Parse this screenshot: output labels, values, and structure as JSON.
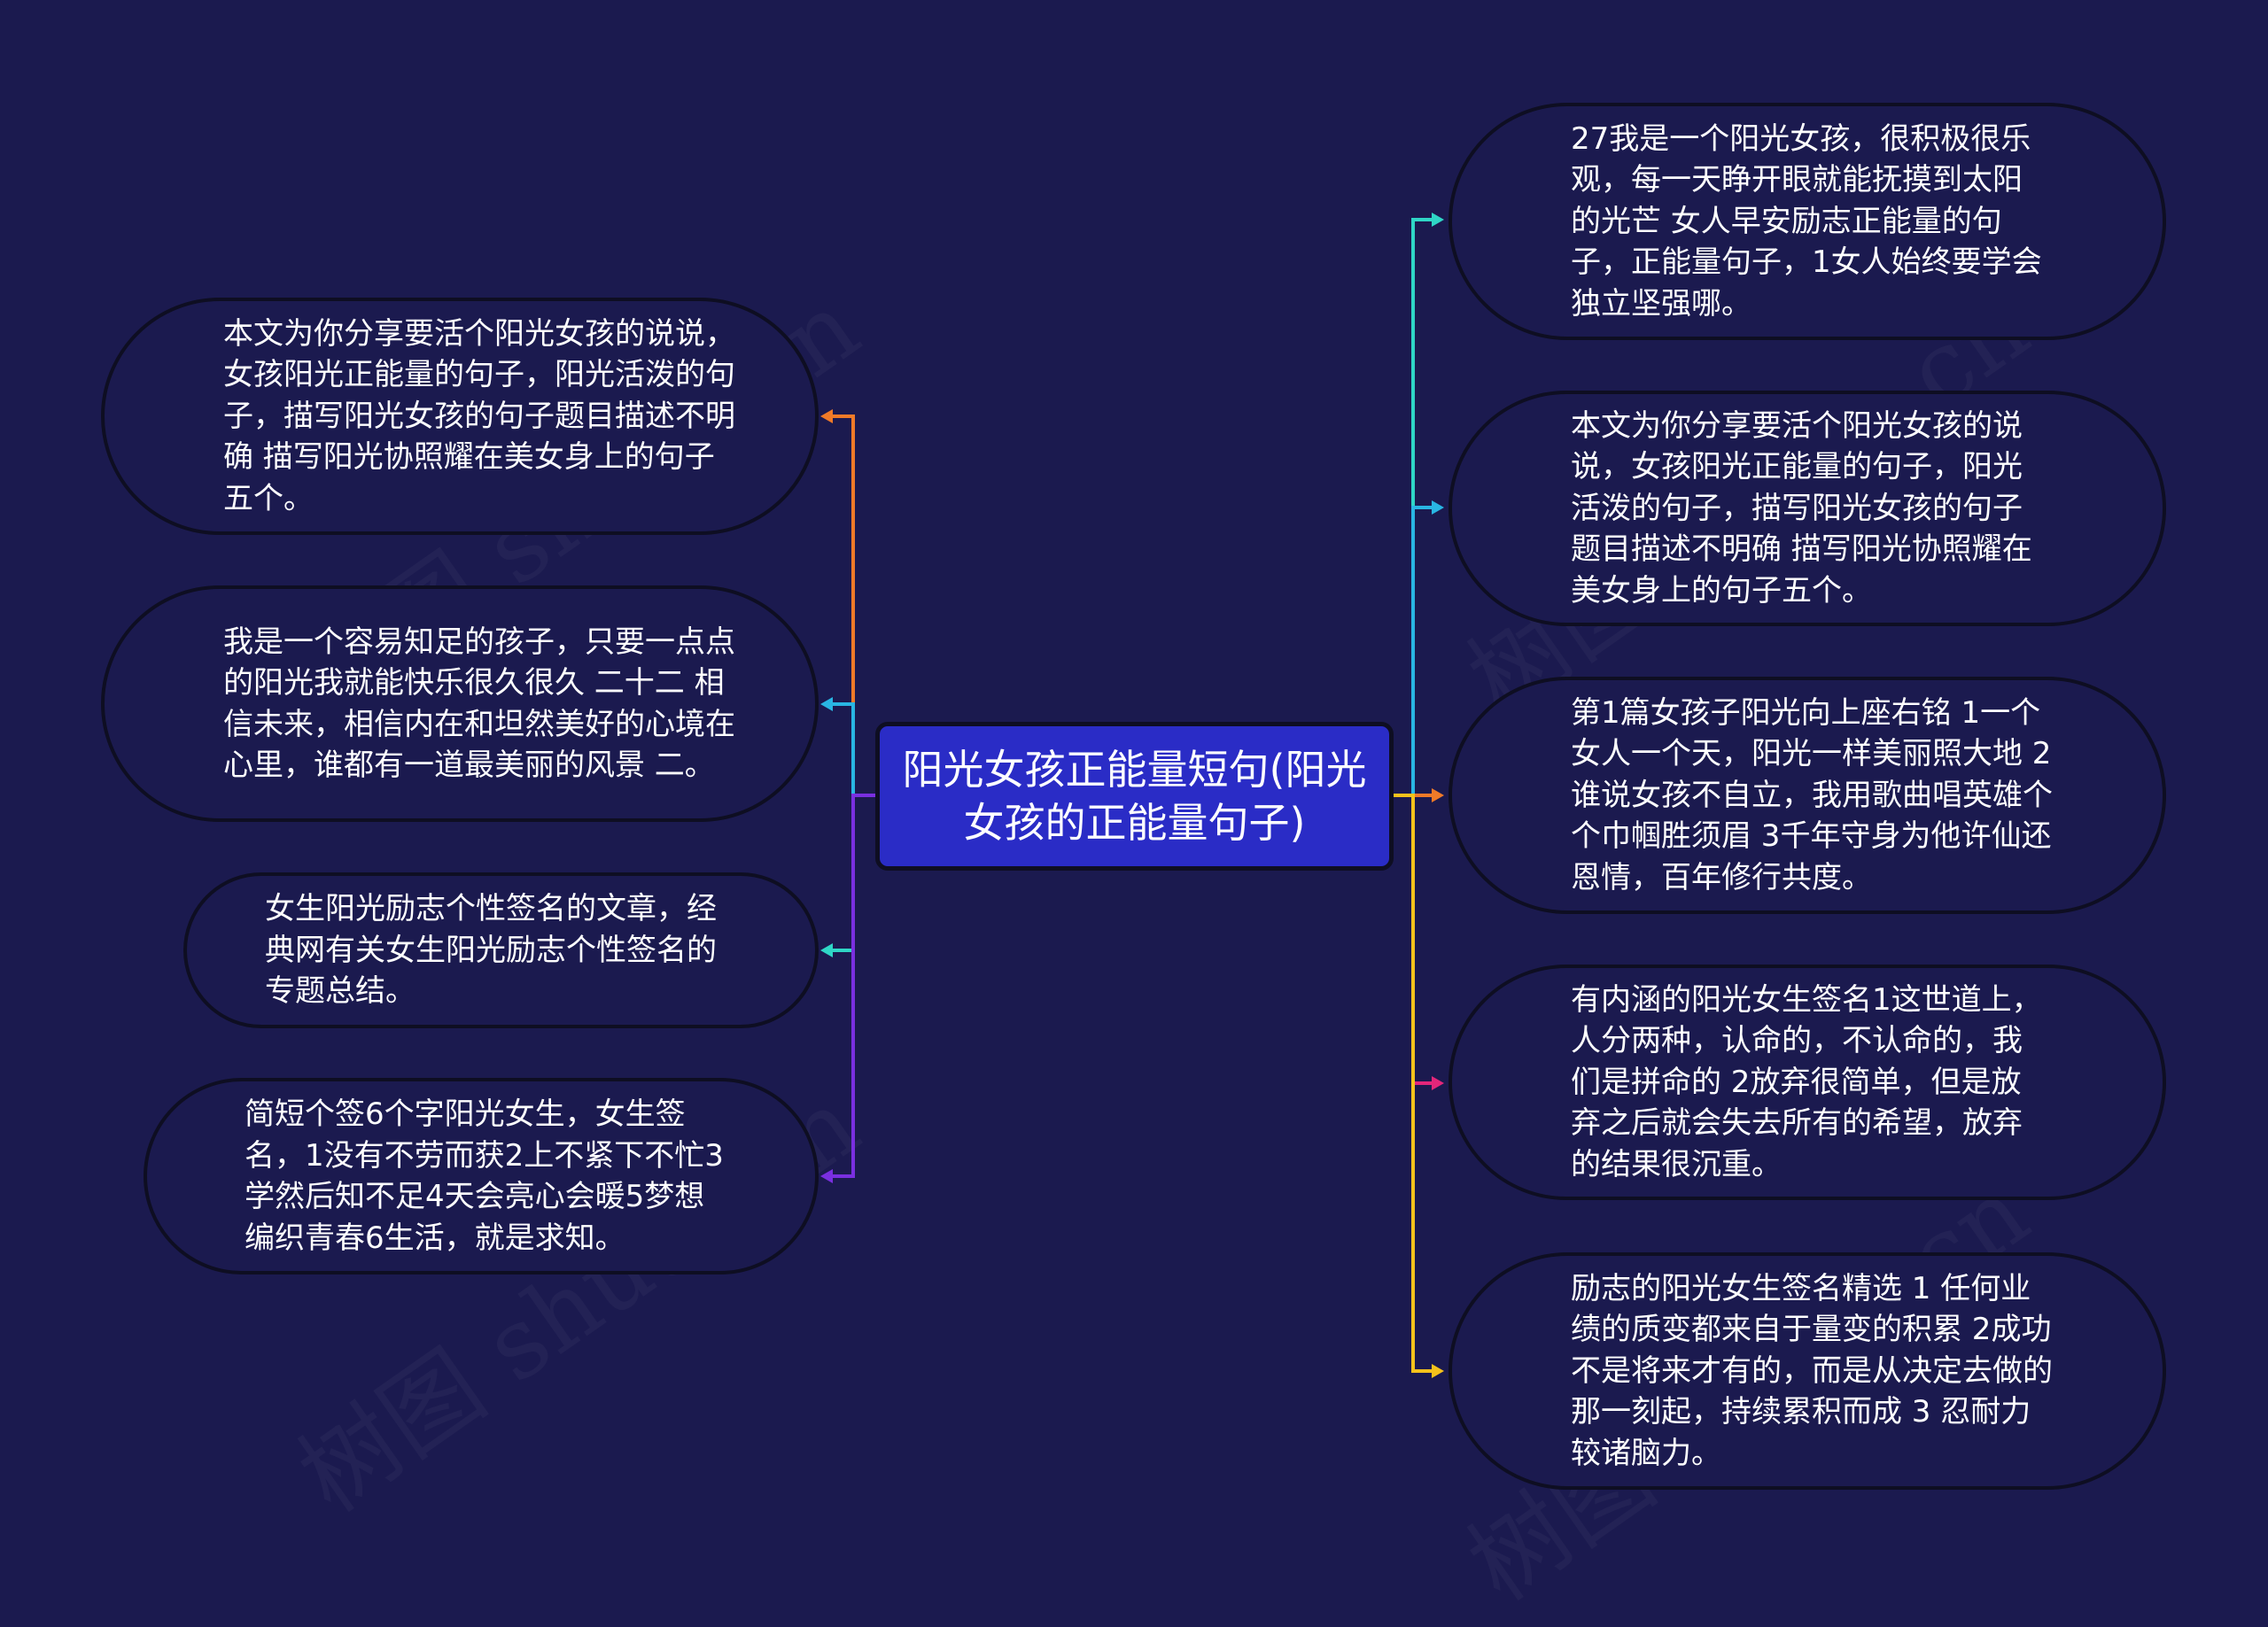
{
  "watermark": "树图 shutu.cn",
  "center": {
    "title": "阳光女孩正能量短句(阳光女孩的正能量句子)"
  },
  "left_nodes": [
    {
      "text": "本文为你分享要活个阳光女孩的说说，女孩阳光正能量的句子，阳光活泼的句子，描写阳光女孩的句子题目描述不明确 描写阳光协照耀在美女身上的句子五个。",
      "color": "#f07a28"
    },
    {
      "text": "我是一个容易知足的孩子，只要一点点的阳光我就能快乐很久很久 二十二 相信未来，相信内在和坦然美好的心境在心里，谁都有一道最美丽的风景 二。",
      "color": "#29b6e3"
    },
    {
      "text": "女生阳光励志个性签名的文章，经典网有关女生阳光励志个性签名的专题总结。",
      "color": "#2fd6c6"
    },
    {
      "text": "简短个签6个字阳光女生，女生签名，1没有不劳而获2上不紧下不忙3学然后知不足4天会亮心会暖5梦想编织青春6生活，就是求知。",
      "color": "#7a2fe0"
    }
  ],
  "right_nodes": [
    {
      "text": "27我是一个阳光女孩，很积极很乐观，每一天睁开眼就能抚摸到太阳的光芒 女人早安励志正能量的句子，正能量句子，1女人始终要学会独立坚强哪。",
      "color": "#2fd6c6"
    },
    {
      "text": "本文为你分享要活个阳光女孩的说说，女孩阳光正能量的句子，阳光活泼的句子，描写阳光女孩的句子题目描述不明确 描写阳光协照耀在美女身上的句子五个。",
      "color": "#29b6e3"
    },
    {
      "text": "第1篇女孩子阳光向上座右铭 1一个女人一个天，阳光一样美丽照大地 2谁说女孩不自立，我用歌曲唱英雄个个巾帼胜须眉 3千年守身为他许仙还恩情，百年修行共度。",
      "color": "#f07a28"
    },
    {
      "text": "有内涵的阳光女生签名1这世道上，人分两种，认命的，不认命的，我们是拼命的 2放弃很简单，但是放弃之后就会失去所有的希望，放弃的结果很沉重。",
      "color": "#e3267a"
    },
    {
      "text": "励志的阳光女生签名精选 1 任何业绩的质变都来自于量变的积累 2成功不是将来才有的，而是从决定去做的那一刻起，持续累积而成 3 忍耐力较诸脑力。",
      "color": "#f5c21b"
    }
  ]
}
